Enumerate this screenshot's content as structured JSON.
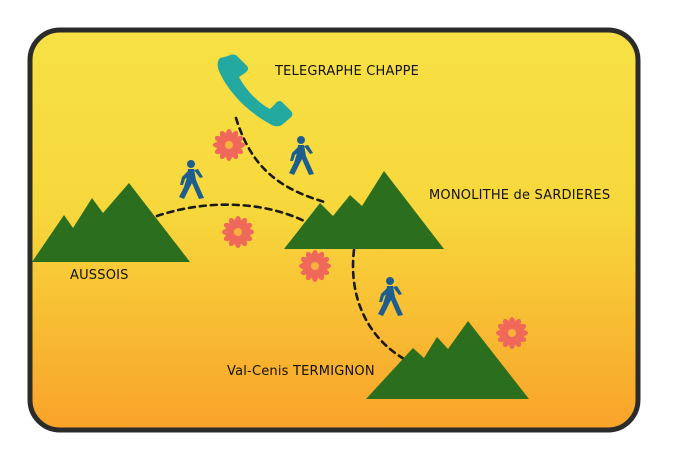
{
  "locations": {
    "telegraphe": "TELEGRAPHE CHAPPE",
    "monolithe": "MONOLITHE de SARDIERES",
    "aussois": "AUSSOIS",
    "termignon": "Val-Cenis TERMIGNON"
  },
  "icons": {
    "mountain": "mountain-icon",
    "hiker": "hiker-icon",
    "flower": "flower-icon",
    "telephone": "telephone-icon"
  },
  "colors": {
    "card_top": "#f7e145",
    "card_bottom": "#f9a22a",
    "border": "#2b2b2b",
    "mountain": "#2a6e1e",
    "hiker": "#1d5e8f",
    "flower": "#f0685a",
    "flower_center": "#f7b23c",
    "phone": "#23a9a0",
    "path": "#1a1a1a"
  }
}
